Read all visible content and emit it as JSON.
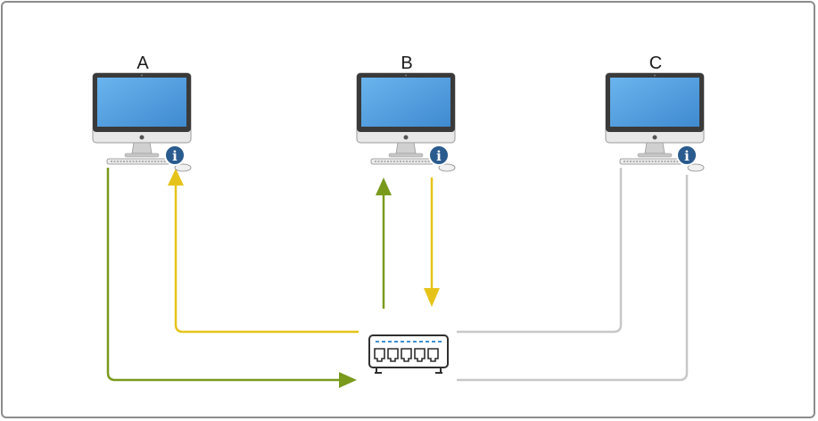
{
  "nodes": {
    "a": {
      "label": "A"
    },
    "b": {
      "label": "B"
    },
    "c": {
      "label": "C"
    }
  },
  "info_icon_glyph": "i",
  "icons": {
    "computer": "computer-icon",
    "info": "info-icon",
    "switch": "network-switch-icon"
  },
  "colors": {
    "frame": "#8c8c8c",
    "path_a_to_switch": "#7a9a1c",
    "path_switch_to_a": "#e6c319",
    "path_switch_to_b": "#7a9a1c",
    "path_b_to_switch": "#e6c319",
    "path_c_idle": "#c8c8c8",
    "info_badge": "#2a5b8f",
    "screen": "#4a98dc"
  }
}
